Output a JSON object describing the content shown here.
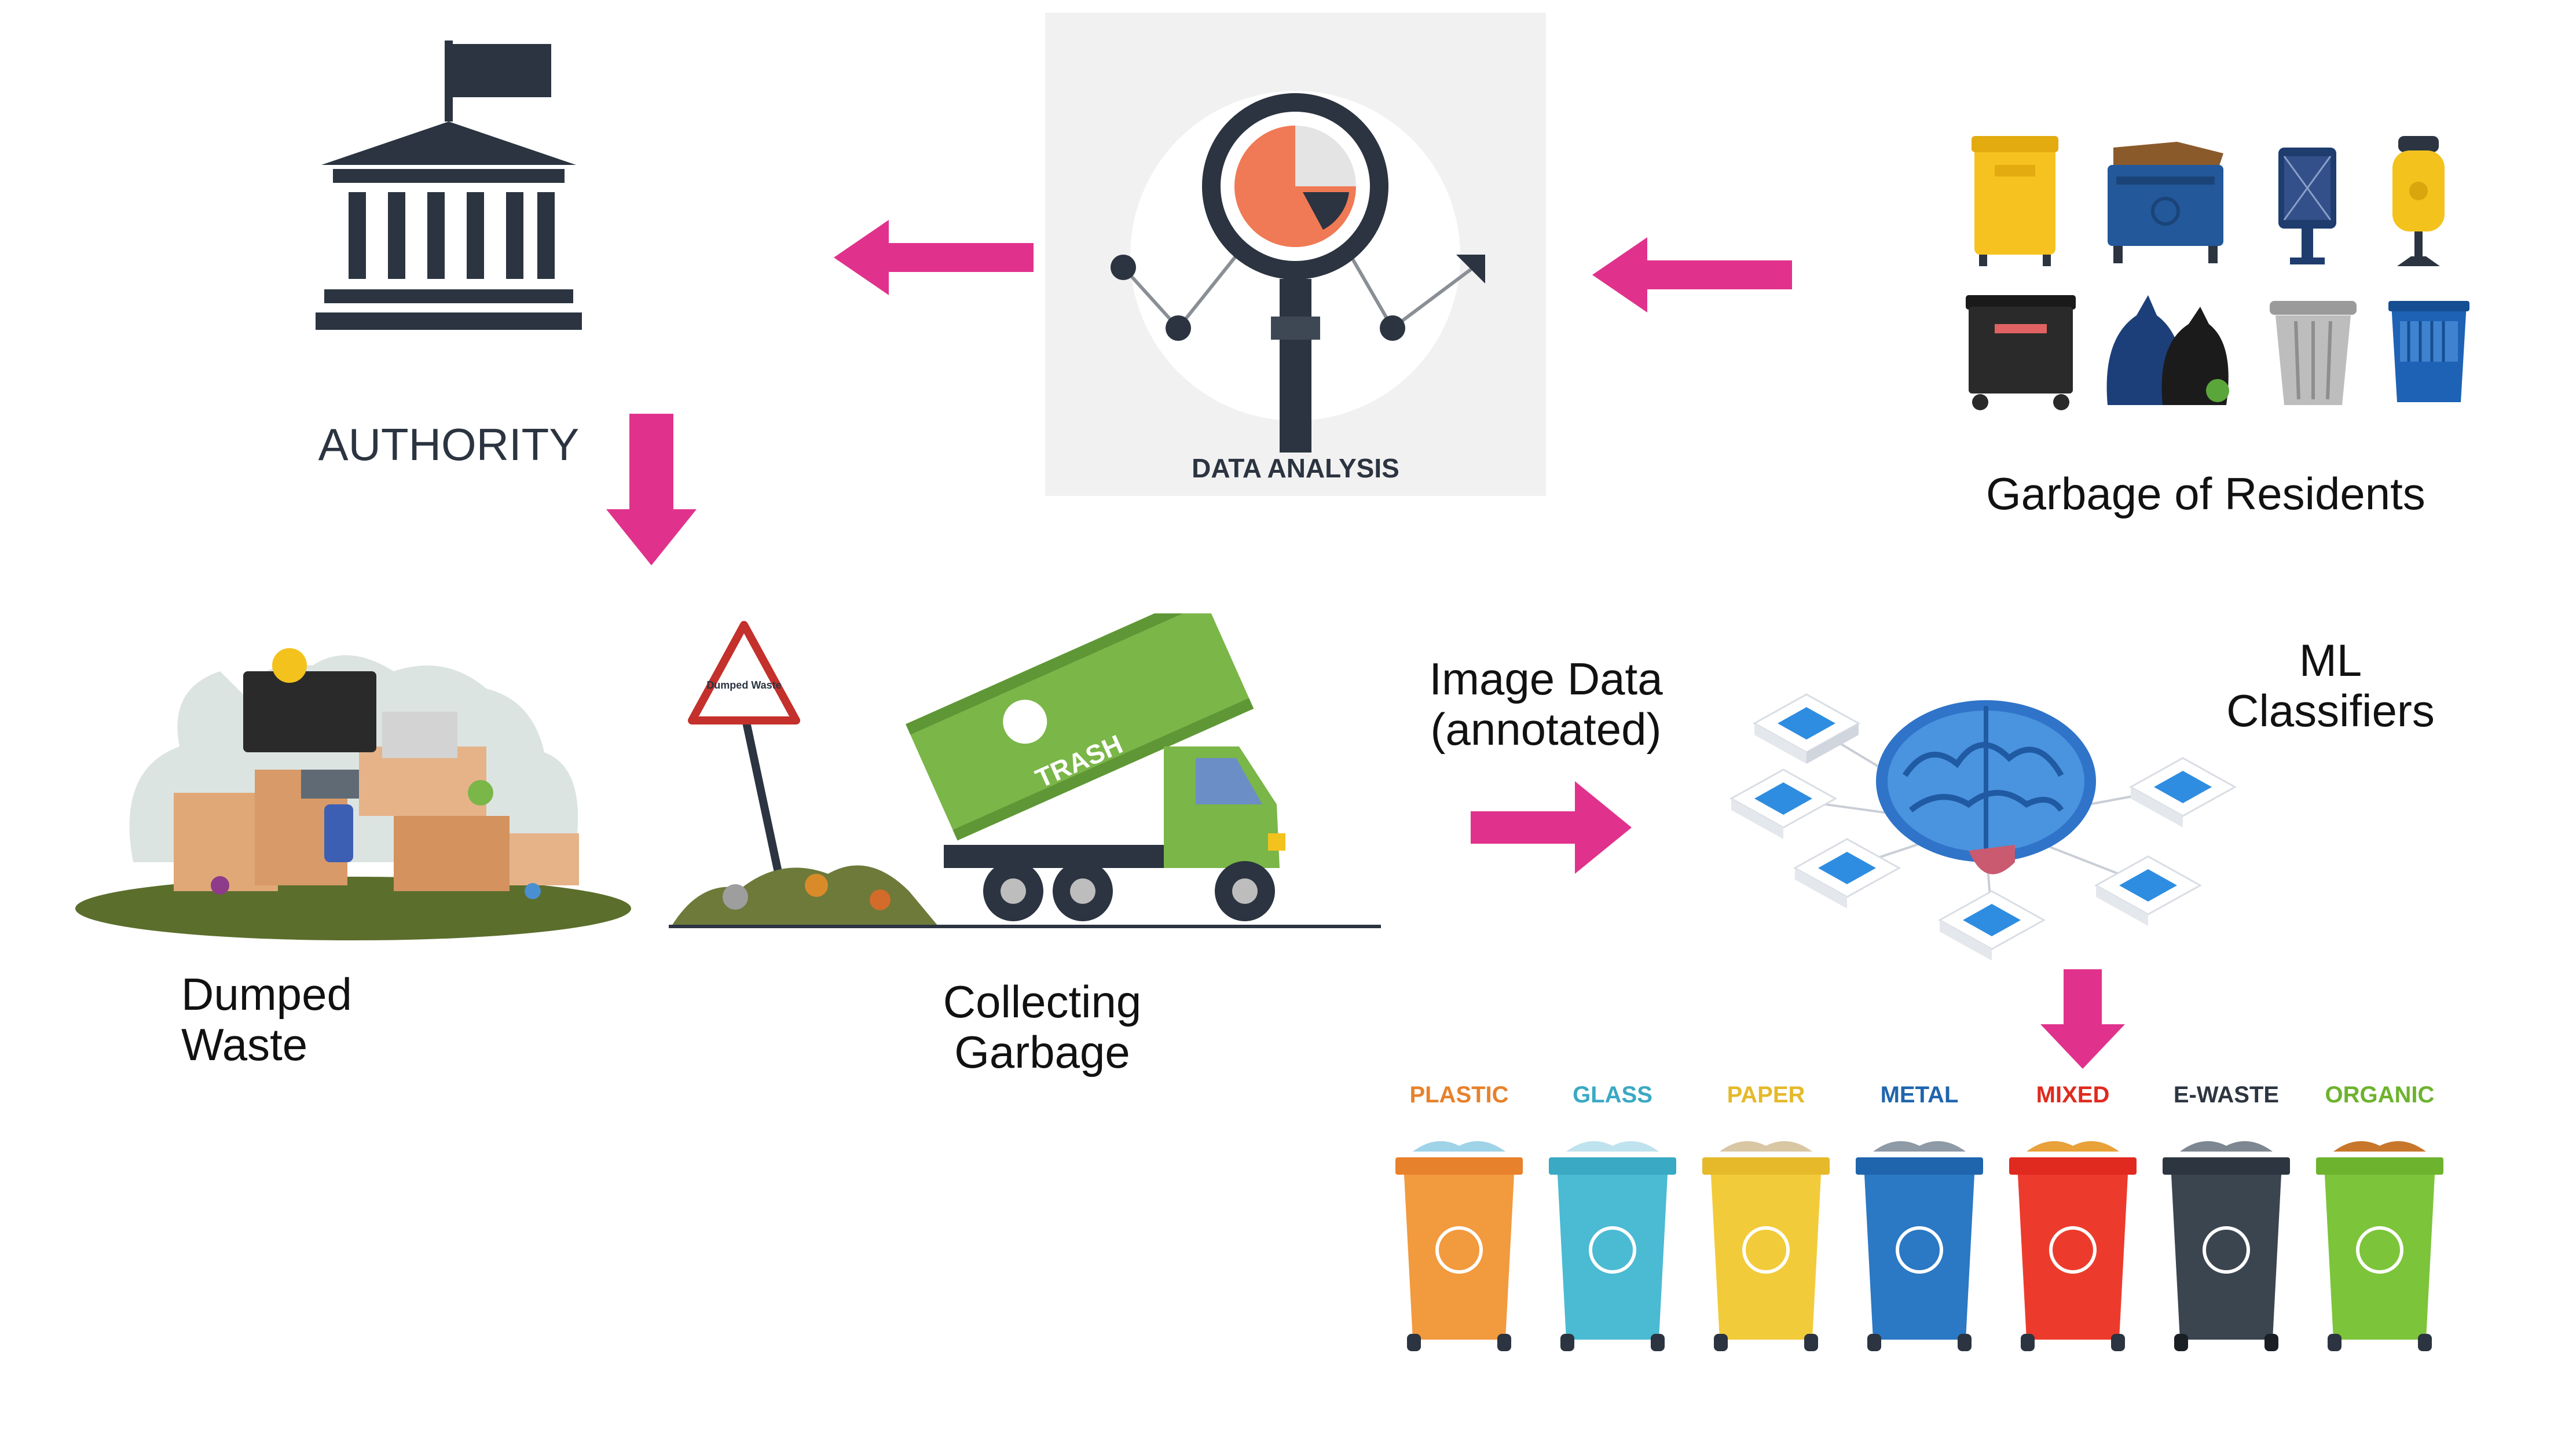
{
  "authority": {
    "label": "AUTHORITY"
  },
  "data_analysis": {
    "label": "DATA ANALYSIS"
  },
  "residents": {
    "label": "Garbage of Residents"
  },
  "dumped": {
    "line1": "Dumped",
    "line2": "Waste",
    "sign_text": "Dumped Waste"
  },
  "collecting": {
    "line1": "Collecting",
    "line2": "Garbage",
    "truck_text": "TRASH"
  },
  "image_data": {
    "line1": "Image Data",
    "line2": "(annotated)"
  },
  "ml": {
    "line1": "ML",
    "line2": "Classifiers"
  },
  "categories": [
    {
      "name": "PLASTIC",
      "color": "#e8812b"
    },
    {
      "name": "GLASS",
      "color": "#3aa9c4"
    },
    {
      "name": "PAPER",
      "color": "#e5b92a"
    },
    {
      "name": "METAL",
      "color": "#1f65ad"
    },
    {
      "name": "MIXED",
      "color": "#e02a1f"
    },
    {
      "name": "E-WASTE",
      "color": "#2d3640"
    },
    {
      "name": "ORGANIC",
      "color": "#6db32e"
    }
  ],
  "colors": {
    "arrow": "#e0328c",
    "dark": "#2b3440"
  }
}
